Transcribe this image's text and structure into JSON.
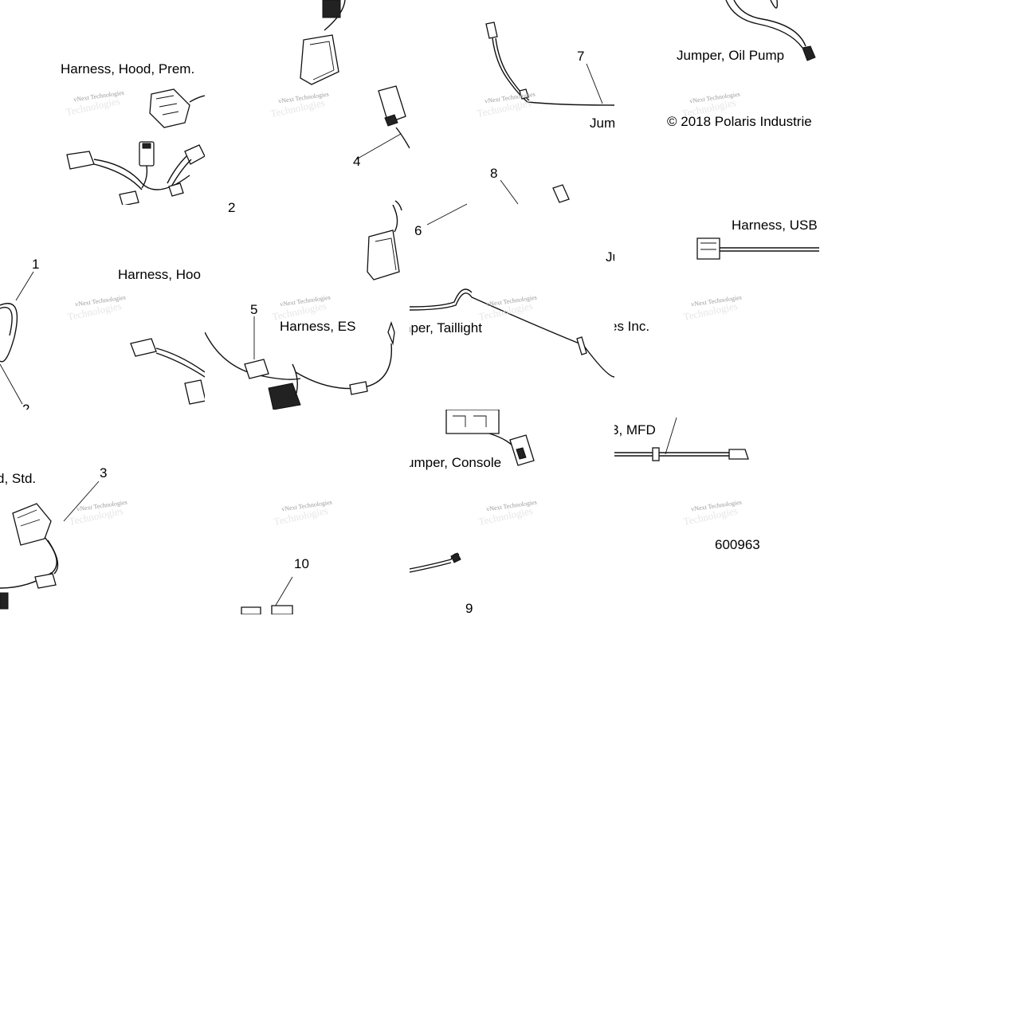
{
  "diagram": {
    "labels": {
      "hood_prem": "Harness, Hood, Prem.",
      "hood_cut": "Harness, Hoo",
      "hood_std_cut": "d, Std.",
      "es": "Harness, ES",
      "usb_cut": "Harness, USB",
      "usb_mfd_cut": "3, MFD",
      "oil_pump": "Jumper, Oil Pump",
      "jumper_cut": "Jum",
      "jumper_cut2": "Ju",
      "taillight_cut": "nper, Taillight",
      "console_cut": "umper, Console",
      "copyright_cut": "© 2018 Polaris Industrie",
      "inc_cut": "es Inc.",
      "part_number": "600963"
    },
    "callouts": {
      "c1": "1",
      "c2a": "2",
      "c2b": "2",
      "c3": "3",
      "c4": "4",
      "c5": "5",
      "c6": "6",
      "c7": "7",
      "c8": "8",
      "c9": "9",
      "c10": "10"
    },
    "watermark": "vNext Technologies",
    "watermark_bg": "Technologies"
  }
}
